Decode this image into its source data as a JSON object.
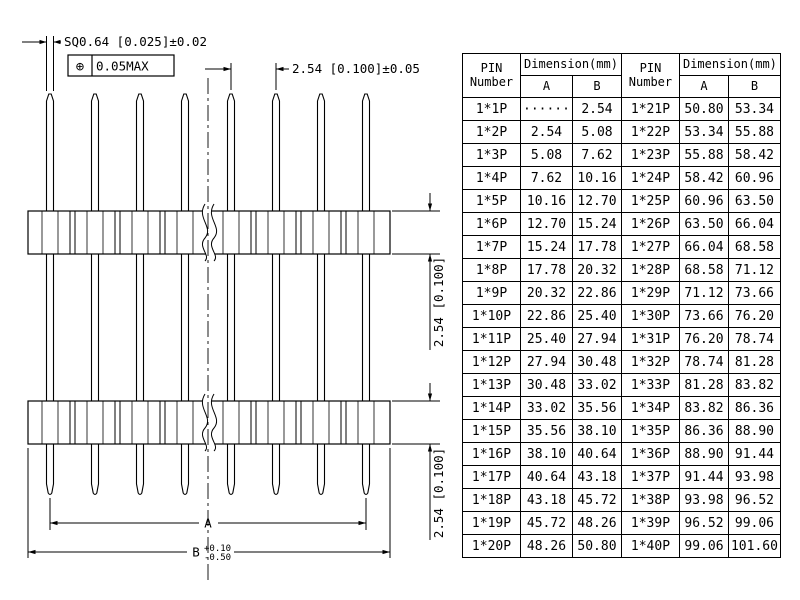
{
  "drawing": {
    "pin_square": "SQ0.64 [0.025]±0.02",
    "position_symbol": "⊕",
    "position_tolerance": "0.05MAX",
    "pitch_top": "2.54 [0.100]±0.05",
    "pitch_right_upper": "2.54 [0.100]",
    "pitch_right_lower": "2.54 [0.100]",
    "dim_a": "A",
    "dim_b": "B",
    "dim_b_plus": "+0.10",
    "dim_b_minus": "-0.50"
  },
  "table": {
    "header": {
      "pin_line1": "PIN",
      "pin_line2": "Number",
      "dimension": "Dimension(mm)",
      "col_a": "A",
      "col_b": "B"
    },
    "rows": [
      [
        "1*1P",
        "······",
        "2.54",
        "1*21P",
        "50.80",
        "53.34"
      ],
      [
        "1*2P",
        "2.54",
        "5.08",
        "1*22P",
        "53.34",
        "55.88"
      ],
      [
        "1*3P",
        "5.08",
        "7.62",
        "1*23P",
        "55.88",
        "58.42"
      ],
      [
        "1*4P",
        "7.62",
        "10.16",
        "1*24P",
        "58.42",
        "60.96"
      ],
      [
        "1*5P",
        "10.16",
        "12.70",
        "1*25P",
        "60.96",
        "63.50"
      ],
      [
        "1*6P",
        "12.70",
        "15.24",
        "1*26P",
        "63.50",
        "66.04"
      ],
      [
        "1*7P",
        "15.24",
        "17.78",
        "1*27P",
        "66.04",
        "68.58"
      ],
      [
        "1*8P",
        "17.78",
        "20.32",
        "1*28P",
        "68.58",
        "71.12"
      ],
      [
        "1*9P",
        "20.32",
        "22.86",
        "1*29P",
        "71.12",
        "73.66"
      ],
      [
        "1*10P",
        "22.86",
        "25.40",
        "1*30P",
        "73.66",
        "76.20"
      ],
      [
        "1*11P",
        "25.40",
        "27.94",
        "1*31P",
        "76.20",
        "78.74"
      ],
      [
        "1*12P",
        "27.94",
        "30.48",
        "1*32P",
        "78.74",
        "81.28"
      ],
      [
        "1*13P",
        "30.48",
        "33.02",
        "1*33P",
        "81.28",
        "83.82"
      ],
      [
        "1*14P",
        "33.02",
        "35.56",
        "1*34P",
        "83.82",
        "86.36"
      ],
      [
        "1*15P",
        "35.56",
        "38.10",
        "1*35P",
        "86.36",
        "88.90"
      ],
      [
        "1*16P",
        "38.10",
        "40.64",
        "1*36P",
        "88.90",
        "91.44"
      ],
      [
        "1*17P",
        "40.64",
        "43.18",
        "1*37P",
        "91.44",
        "93.98"
      ],
      [
        "1*18P",
        "43.18",
        "45.72",
        "1*38P",
        "93.98",
        "96.52"
      ],
      [
        "1*19P",
        "45.72",
        "48.26",
        "1*39P",
        "96.52",
        "99.06"
      ],
      [
        "1*20P",
        "48.26",
        "50.80",
        "1*40P",
        "99.06",
        "101.60"
      ]
    ]
  }
}
